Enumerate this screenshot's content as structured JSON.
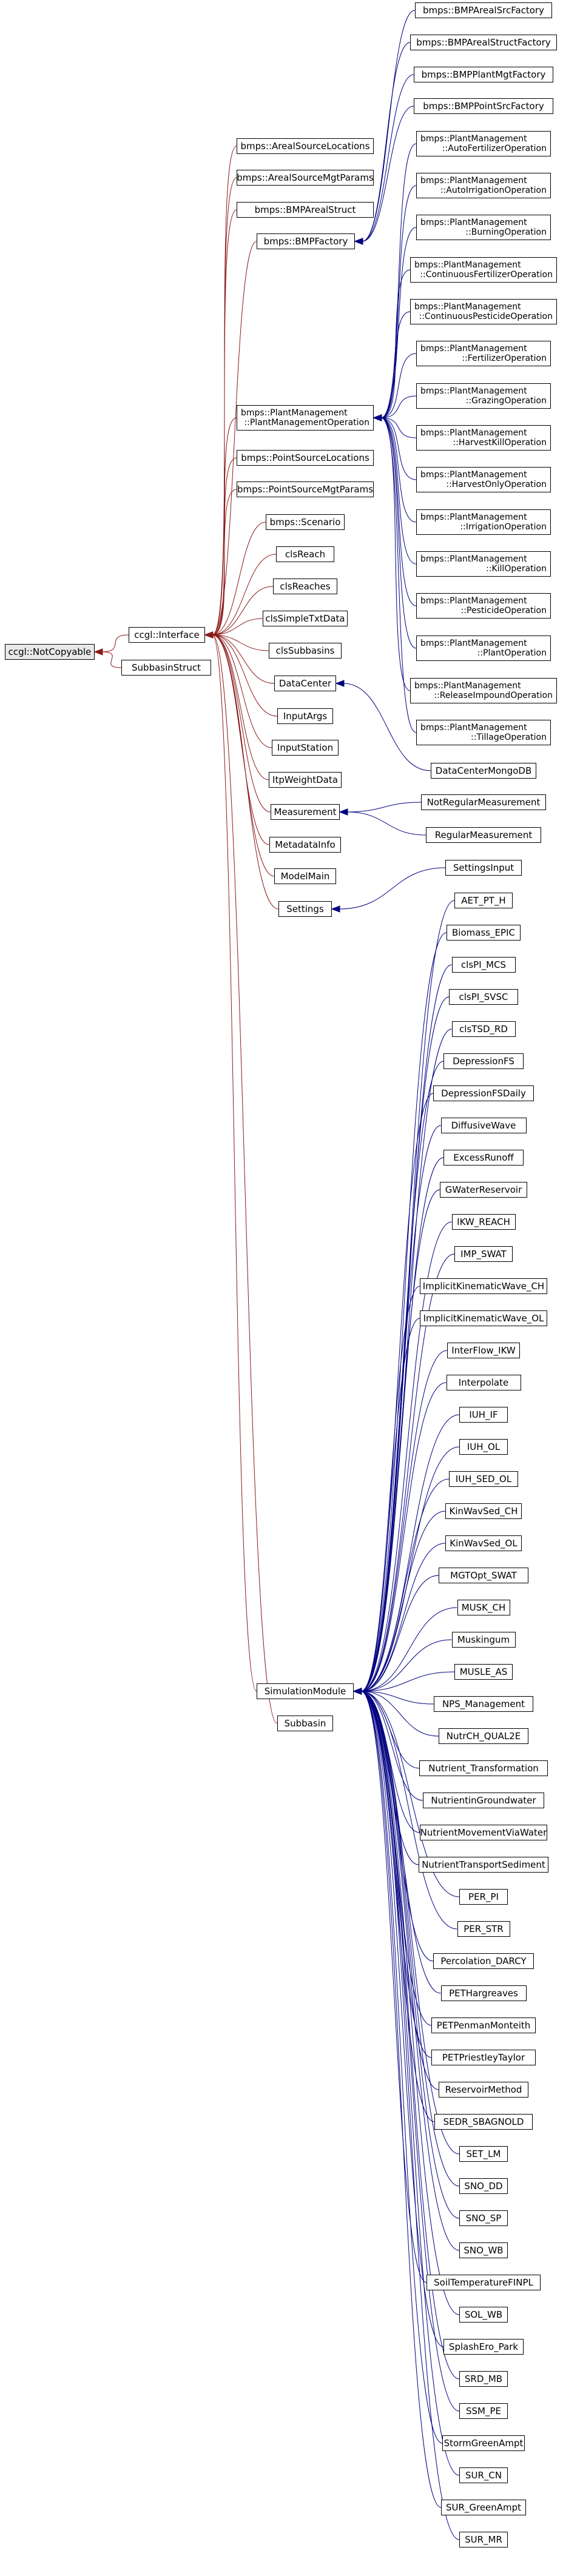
{
  "colors": {
    "inherit": "#000080",
    "usage": "#8B1A1A",
    "node_border": "#000000"
  },
  "nodes": [
    {
      "id": "noncopy",
      "label": "ccgl::NotCopyable"
    },
    {
      "id": "interface",
      "label": "ccgl::Interface"
    },
    {
      "id": "subbasinstruct",
      "label": "SubbasinStruct"
    },
    {
      "id": "arealsrcloc",
      "label": "bmps::ArealSourceLocations"
    },
    {
      "id": "arealsrcmgt",
      "label": "bmps::ArealSourceMgtParams"
    },
    {
      "id": "bmpareal",
      "label": "bmps::BMPArealStruct"
    },
    {
      "id": "bmpfactory",
      "label": "bmps::BMPFactory"
    },
    {
      "id": "plantmgtop",
      "label": "bmps::PlantManagement\n::PlantManagementOperation"
    },
    {
      "id": "ptsrcloc",
      "label": "bmps::PointSourceLocations"
    },
    {
      "id": "ptsrcmgt",
      "label": "bmps::PointSourceMgtParams"
    },
    {
      "id": "scenario",
      "label": "bmps::Scenario"
    },
    {
      "id": "clsreach",
      "label": "clsReach"
    },
    {
      "id": "clsreaches",
      "label": "clsReaches"
    },
    {
      "id": "clssimpletxt",
      "label": "clsSimpleTxtData"
    },
    {
      "id": "clssubbasins",
      "label": "clsSubbasins"
    },
    {
      "id": "datacenter",
      "label": "DataCenter"
    },
    {
      "id": "inputargs",
      "label": "InputArgs"
    },
    {
      "id": "inputstation",
      "label": "InputStation"
    },
    {
      "id": "itpweight",
      "label": "ItpWeightData"
    },
    {
      "id": "measurement",
      "label": "Measurement"
    },
    {
      "id": "metadatainfo",
      "label": "MetadataInfo"
    },
    {
      "id": "modelmain",
      "label": "ModelMain"
    },
    {
      "id": "settings",
      "label": "Settings"
    },
    {
      "id": "simmodule",
      "label": "SimulationModule"
    },
    {
      "id": "subbasin",
      "label": "Subbasin"
    },
    {
      "id": "f1",
      "label": "bmps::BMPArealSrcFactory"
    },
    {
      "id": "f2",
      "label": "bmps::BMPArealStructFactory"
    },
    {
      "id": "f3",
      "label": "bmps::BMPPlantMgtFactory"
    },
    {
      "id": "f4",
      "label": "bmps::BMPPointSrcFactory"
    },
    {
      "id": "p1",
      "label": "bmps::PlantManagement\n::AutoFertilizerOperation"
    },
    {
      "id": "p2",
      "label": "bmps::PlantManagement\n::AutoIrrigationOperation"
    },
    {
      "id": "p3",
      "label": "bmps::PlantManagement\n::BurningOperation"
    },
    {
      "id": "p4",
      "label": "bmps::PlantManagement\n::ContinuousFertilizerOperation"
    },
    {
      "id": "p5",
      "label": "bmps::PlantManagement\n::ContinuousPesticideOperation"
    },
    {
      "id": "p6",
      "label": "bmps::PlantManagement\n::FertilizerOperation"
    },
    {
      "id": "p7",
      "label": "bmps::PlantManagement\n::GrazingOperation"
    },
    {
      "id": "p8",
      "label": "bmps::PlantManagement\n::HarvestKillOperation"
    },
    {
      "id": "p9",
      "label": "bmps::PlantManagement\n::HarvestOnlyOperation"
    },
    {
      "id": "p10",
      "label": "bmps::PlantManagement\n::IrrigationOperation"
    },
    {
      "id": "p11",
      "label": "bmps::PlantManagement\n::KillOperation"
    },
    {
      "id": "p12",
      "label": "bmps::PlantManagement\n::PesticideOperation"
    },
    {
      "id": "p13",
      "label": "bmps::PlantManagement\n::PlantOperation"
    },
    {
      "id": "p14",
      "label": "bmps::PlantManagement\n::ReleaseImpoundOperation"
    },
    {
      "id": "p15",
      "label": "bmps::PlantManagement\n::TillageOperation"
    },
    {
      "id": "dcmongo",
      "label": "DataCenterMongoDB"
    },
    {
      "id": "notregmeas",
      "label": "NotRegularMeasurement"
    },
    {
      "id": "regmeas",
      "label": "RegularMeasurement"
    },
    {
      "id": "settingsinput",
      "label": "SettingsInput"
    },
    {
      "id": "m1",
      "label": "AET_PT_H"
    },
    {
      "id": "m2",
      "label": "Biomass_EPIC"
    },
    {
      "id": "m3",
      "label": "clsPI_MCS"
    },
    {
      "id": "m4",
      "label": "clsPI_SVSC"
    },
    {
      "id": "m5",
      "label": "clsTSD_RD"
    },
    {
      "id": "m6",
      "label": "DepressionFS"
    },
    {
      "id": "m7",
      "label": "DepressionFSDaily"
    },
    {
      "id": "m8",
      "label": "DiffusiveWave"
    },
    {
      "id": "m9",
      "label": "ExcessRunoff"
    },
    {
      "id": "m10",
      "label": "GWaterReservoir"
    },
    {
      "id": "m11",
      "label": "IKW_REACH"
    },
    {
      "id": "m12",
      "label": "IMP_SWAT"
    },
    {
      "id": "m13",
      "label": "ImplicitKinematicWave_CH"
    },
    {
      "id": "m14",
      "label": "ImplicitKinematicWave_OL"
    },
    {
      "id": "m15",
      "label": "InterFlow_IKW"
    },
    {
      "id": "m16",
      "label": "Interpolate"
    },
    {
      "id": "m17",
      "label": "IUH_IF"
    },
    {
      "id": "m18",
      "label": "IUH_OL"
    },
    {
      "id": "m19",
      "label": "IUH_SED_OL"
    },
    {
      "id": "m20",
      "label": "KinWavSed_CH"
    },
    {
      "id": "m21",
      "label": "KinWavSed_OL"
    },
    {
      "id": "m22",
      "label": "MGTOpt_SWAT"
    },
    {
      "id": "m23",
      "label": "MUSK_CH"
    },
    {
      "id": "m24",
      "label": "Muskingum"
    },
    {
      "id": "m25",
      "label": "MUSLE_AS"
    },
    {
      "id": "m26",
      "label": "NPS_Management"
    },
    {
      "id": "m27",
      "label": "NutrCH_QUAL2E"
    },
    {
      "id": "m28",
      "label": "Nutrient_Transformation"
    },
    {
      "id": "m29",
      "label": "NutrientinGroundwater"
    },
    {
      "id": "m30",
      "label": "NutrientMovementViaWater"
    },
    {
      "id": "m31",
      "label": "NutrientTransportSediment"
    },
    {
      "id": "m32",
      "label": "PER_PI"
    },
    {
      "id": "m33",
      "label": "PER_STR"
    },
    {
      "id": "m34",
      "label": "Percolation_DARCY"
    },
    {
      "id": "m35",
      "label": "PETHargreaves"
    },
    {
      "id": "m36",
      "label": "PETPenmanMonteith"
    },
    {
      "id": "m37",
      "label": "PETPriestleyTaylor"
    },
    {
      "id": "m38",
      "label": "ReservoirMethod"
    },
    {
      "id": "m39",
      "label": "SEDR_SBAGNOLD"
    },
    {
      "id": "m40",
      "label": "SET_LM"
    },
    {
      "id": "m41",
      "label": "SNO_DD"
    },
    {
      "id": "m42",
      "label": "SNO_SP"
    },
    {
      "id": "m43",
      "label": "SNO_WB"
    },
    {
      "id": "m44",
      "label": "SoilTemperatureFINPL"
    },
    {
      "id": "m45",
      "label": "SOL_WB"
    },
    {
      "id": "m46",
      "label": "SplashEro_Park"
    },
    {
      "id": "m47",
      "label": "SRD_MB"
    },
    {
      "id": "m48",
      "label": "SSM_PE"
    },
    {
      "id": "m49",
      "label": "StormGreenAmpt"
    },
    {
      "id": "m50",
      "label": "SUR_CN"
    },
    {
      "id": "m51",
      "label": "SUR_GreenAmpt"
    },
    {
      "id": "m52",
      "label": "SUR_MR"
    }
  ]
}
